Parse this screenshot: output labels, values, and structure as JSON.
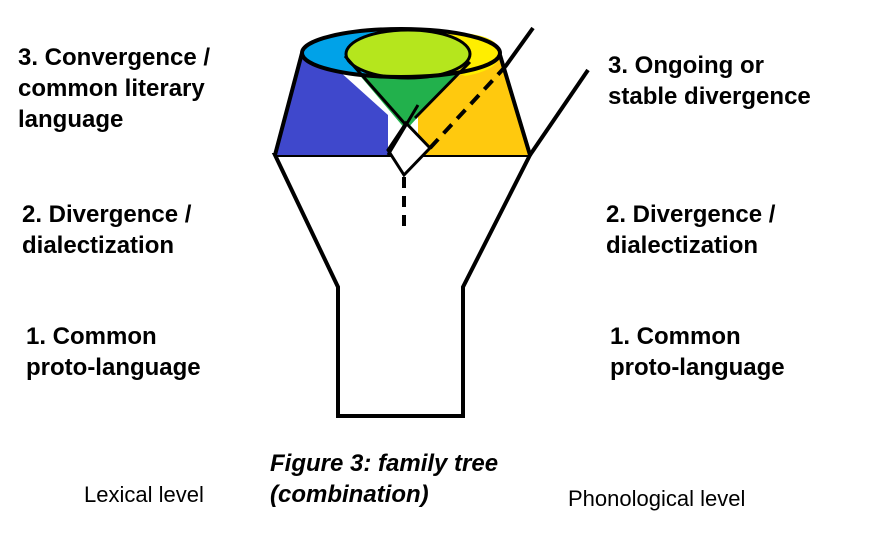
{
  "left_labels": {
    "stage3": [
      "3. Convergence /",
      "common literary",
      "language"
    ],
    "stage2": [
      "2. Divergence /",
      "dialectization"
    ],
    "stage1": [
      "1. Common",
      "proto-language"
    ]
  },
  "right_labels": {
    "stage3": [
      "3. Ongoing or",
      "stable divergence"
    ],
    "stage2": [
      "2. Divergence /",
      "dialectization"
    ],
    "stage1": [
      "1. Common",
      "proto-language"
    ]
  },
  "caption": [
    "Figure 3: family tree",
    "(combination)"
  ],
  "levels": {
    "left": "Lexical level",
    "right": "Phonological level"
  },
  "colors": {
    "outline": "#000000",
    "blue": "#3f48cc",
    "light_blue": "#00a2e8",
    "green": "#22b14c",
    "lime": "#b5e61d",
    "yellow": "#ffee00",
    "amber": "#ffc90e"
  }
}
